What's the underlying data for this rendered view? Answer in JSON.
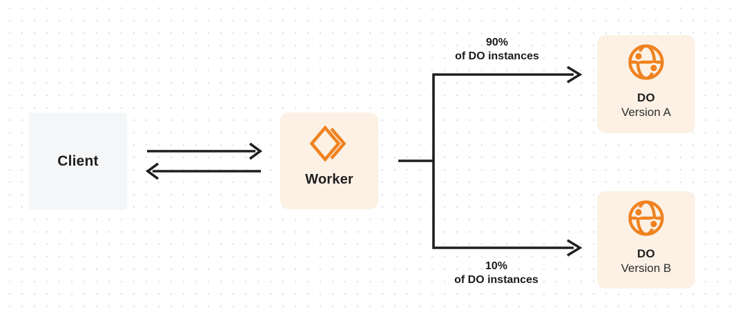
{
  "nodes": {
    "client": {
      "label": "Client"
    },
    "worker": {
      "label": "Worker",
      "icon": "workers-logo-icon"
    },
    "do_a": {
      "title": "DO",
      "subtitle": "Version A",
      "icon": "globe-icon"
    },
    "do_b": {
      "title": "DO",
      "subtitle": "Version B",
      "icon": "globe-icon"
    }
  },
  "edges": {
    "branch_a": {
      "percent": "90%",
      "caption": "of DO instances"
    },
    "branch_b": {
      "percent": "10%",
      "caption": "of DO instances"
    }
  },
  "colors": {
    "accent_orange": "#ef8220",
    "node_cream": "#fcf1e4",
    "client_gray": "#f5f6f7",
    "line_dark": "#1f1f1f",
    "grid_dot": "#e4e4e8"
  }
}
